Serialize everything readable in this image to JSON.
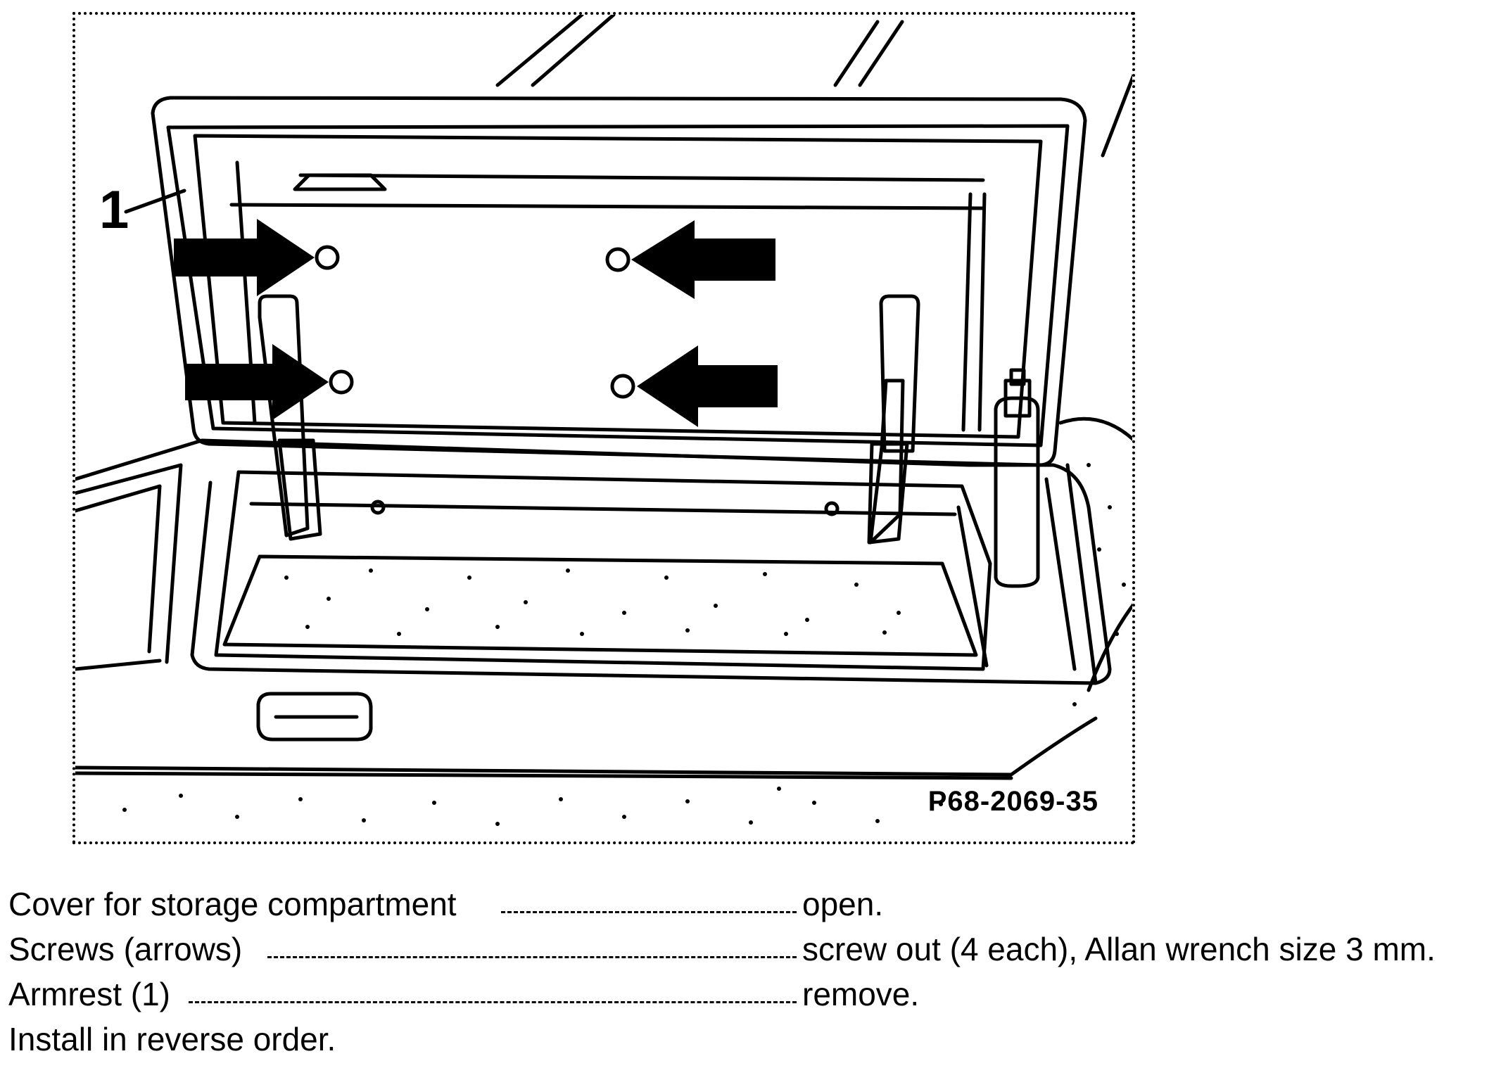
{
  "figure": {
    "part_label": "1",
    "figure_code": "P68-2069-35"
  },
  "instructions": {
    "steps": [
      {
        "part": "Cover for storage compartment",
        "action": "open."
      },
      {
        "part": "Screws (arrows)",
        "action": "screw out (4 each), Allan wrench size 3 mm."
      },
      {
        "part": "Armrest (1)",
        "action": "remove."
      }
    ],
    "final_step": "Install in reverse order."
  }
}
